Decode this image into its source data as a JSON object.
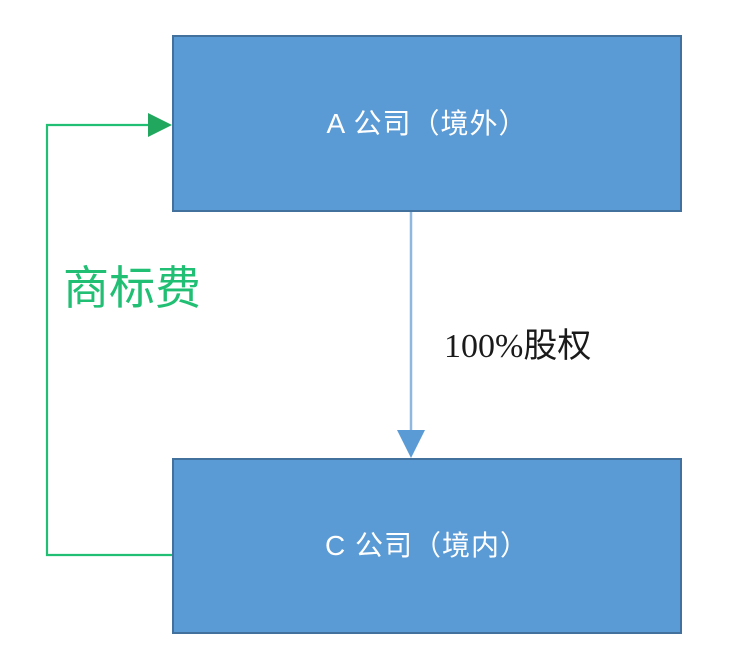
{
  "diagram": {
    "type": "org-structure-flow",
    "background_color": "#ffffff",
    "nodes": [
      {
        "id": "company-a",
        "label": "A 公司（境外）",
        "fill_color": "#5B9BD5",
        "border_color": "#41719C",
        "text_color": "#FFFFFF"
      },
      {
        "id": "company-c",
        "label": "C 公司（境内）",
        "fill_color": "#5B9BD5",
        "border_color": "#41719C",
        "text_color": "#FFFFFF"
      }
    ],
    "edges": [
      {
        "id": "equity-edge",
        "label": "100%股权",
        "from": "company-a",
        "to": "company-c",
        "color": "#8FB8E0",
        "text_color": "#1A1A1A",
        "direction": "down"
      },
      {
        "id": "trademark-fee-edge",
        "label": "商标费",
        "from": "company-c",
        "to": "company-a",
        "color": "#21BF73",
        "text_color": "#21BF73",
        "direction": "up-left-loop"
      }
    ]
  }
}
